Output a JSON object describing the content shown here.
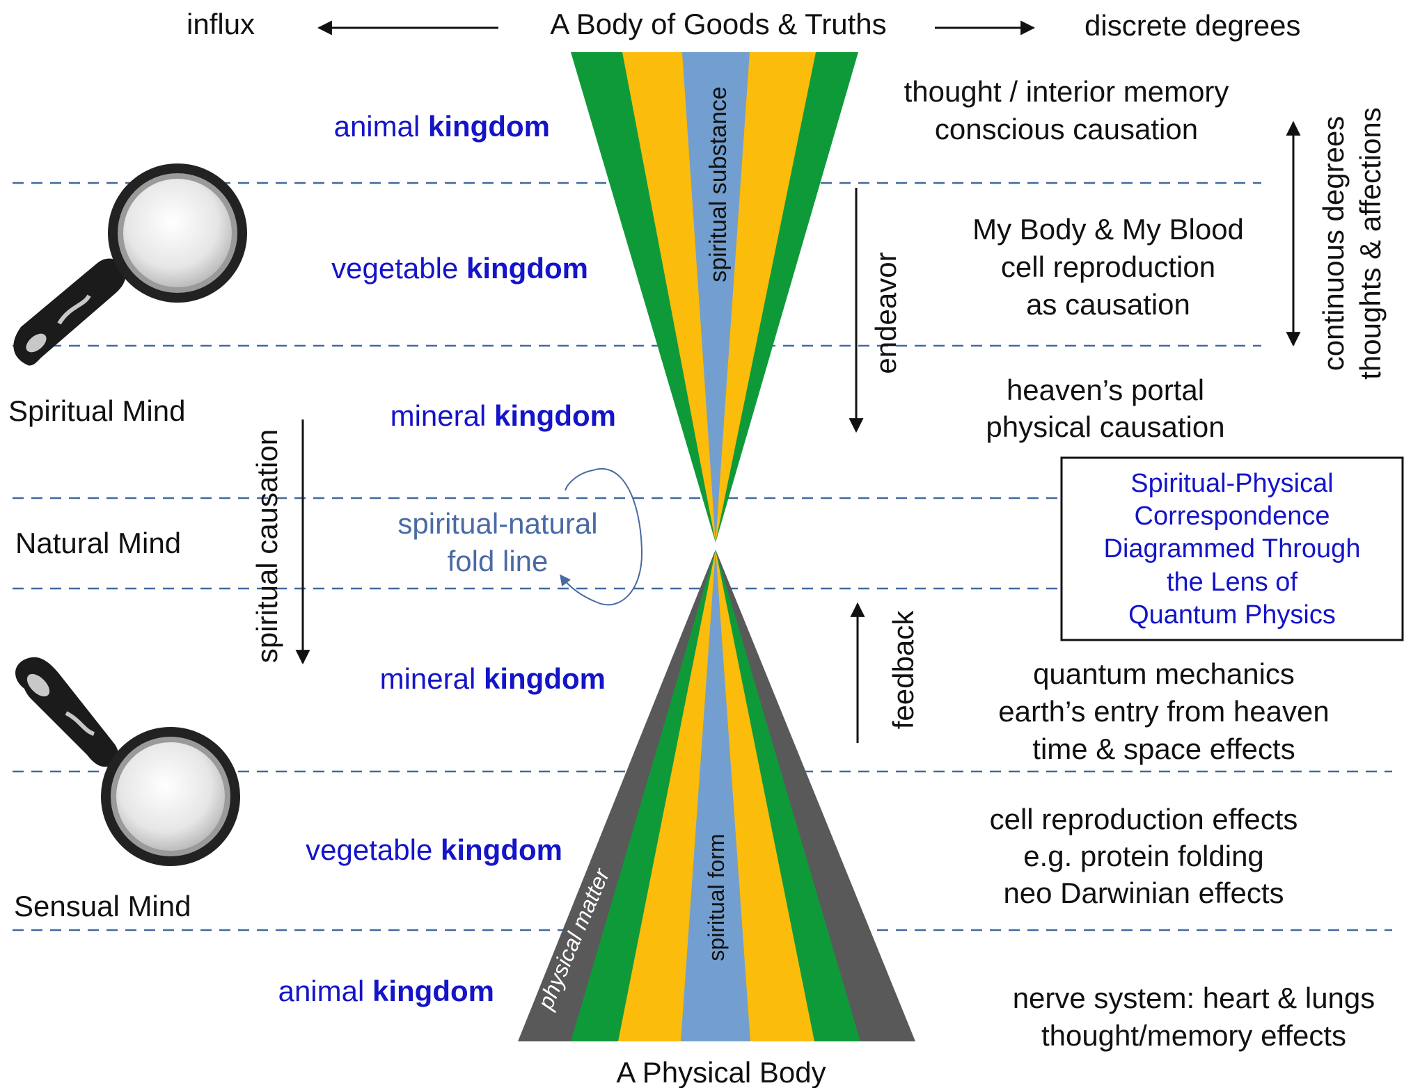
{
  "header": {
    "left": "influx",
    "center": "A Body of Goods & Truths",
    "right": "discrete degrees"
  },
  "footer": {
    "bottom_label": "A Physical Body"
  },
  "kingdoms": [
    {
      "prefix": "animal ",
      "bold": "kingdom"
    },
    {
      "prefix": "vegetable ",
      "bold": "kingdom"
    },
    {
      "prefix": "mineral ",
      "bold": "kingdom"
    },
    {
      "prefix": "mineral ",
      "bold": "kingdom"
    },
    {
      "prefix": "vegetable ",
      "bold": "kingdom"
    },
    {
      "prefix": "animal ",
      "bold": "kingdom"
    }
  ],
  "minds": {
    "spiritual": "Spiritual Mind",
    "natural": "Natural Mind",
    "sensual": "Sensual Mind"
  },
  "cone_labels": {
    "upper": "spiritual substance",
    "lower_form": "spiritual form",
    "lower_matter": "physical matter"
  },
  "fold": {
    "line1": "spiritual-natural",
    "line2": "fold line"
  },
  "arrows": {
    "spiritual_causation": "spiritual causation",
    "endeavor": "endeavor",
    "feedback": "feedback",
    "continuous1": "continuous degrees",
    "continuous2": "thoughts & affections"
  },
  "right_notes": {
    "animal_upper": [
      "thought / interior memory",
      "conscious causation"
    ],
    "vegetable_upper": [
      "My Body & My Blood",
      "cell reproduction",
      "as causation"
    ],
    "mineral_upper": [
      "heaven’s portal",
      "physical causation"
    ],
    "mineral_lower": [
      "quantum mechanics",
      "earth’s entry from heaven",
      "time & space effects"
    ],
    "vegetable_lower": [
      "cell reproduction effects",
      "e.g. protein folding",
      "neo Darwinian effects"
    ],
    "animal_lower": [
      "nerve system: heart & lungs",
      "thought/memory effects"
    ]
  },
  "title_box": [
    "Spiritual-Physical",
    "Correspondence",
    "Diagrammed Through",
    "the Lens of",
    "Quantum Physics"
  ],
  "colors": {
    "green": "#0f9a3a",
    "yellow": "#fbbc0b",
    "blue": "#729fcf",
    "gray": "#595959",
    "kingdom_text": "#1414c8",
    "fold_text": "#4a6aa4",
    "dash": "#41699f"
  }
}
